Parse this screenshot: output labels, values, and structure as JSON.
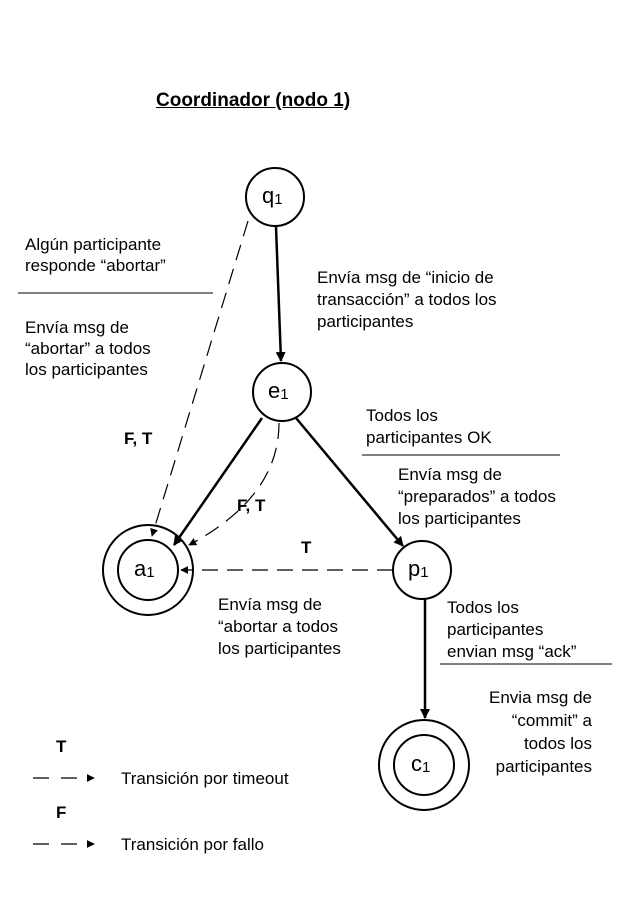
{
  "title": "Coordinador (nodo 1)",
  "nodes": {
    "q": {
      "letter": "q",
      "index": "1"
    },
    "e": {
      "letter": "e",
      "index": "1"
    },
    "a": {
      "letter": "a",
      "index": "1"
    },
    "p": {
      "letter": "p",
      "index": "1"
    },
    "c": {
      "letter": "c",
      "index": "1"
    }
  },
  "transitions": {
    "abort_condition": {
      "line1": "Algún participante",
      "line2": "responde “abortar”"
    },
    "abort_action": {
      "line1": "Envía msg de",
      "line2": "“abortar” a todos",
      "line3": "los participantes"
    },
    "start_action": {
      "line1": "Envía msg de “inicio de",
      "line2": "transacción” a todos los",
      "line3": "participantes"
    },
    "ok_condition": {
      "line1": "Todos los",
      "line2": "participantes OK"
    },
    "prepared_action": {
      "line1": "Envía msg de",
      "line2": "“preparados” a todos",
      "line3": "los participantes"
    },
    "ft_label_left": "F, T",
    "ft_label_mid": "F, T",
    "t_label": "T",
    "abort_from_p": {
      "line1": "Envía msg de",
      "line2": "“abortar a todos",
      "line3": "los participantes"
    },
    "ack_condition": {
      "line1": "Todos los",
      "line2": "participantes",
      "line3": "envian msg “ack”"
    },
    "commit_action": {
      "line1": "Envia msg de",
      "line2": "“commit” a",
      "line3": "todos los",
      "line4": "participantes"
    }
  },
  "legend": {
    "timeout_key": "T",
    "timeout_label": "Transición por timeout",
    "fault_key": "F",
    "fault_label": "Transición por fallo"
  }
}
